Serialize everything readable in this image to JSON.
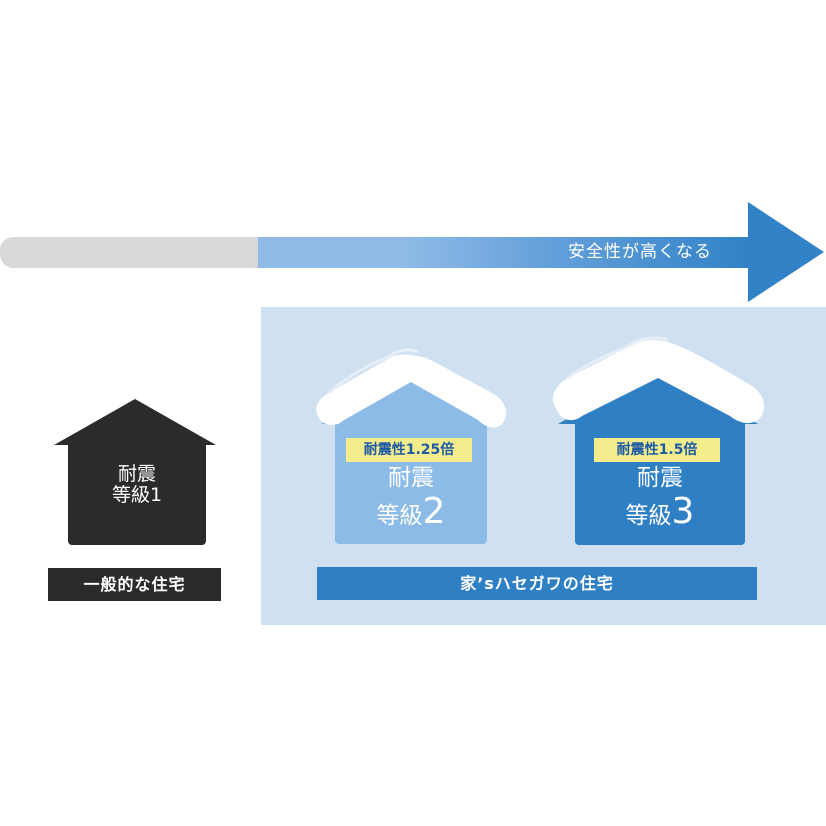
{
  "arrow": {
    "label": "安全性が高くなる",
    "colors": {
      "gray": "#d9d9d9",
      "light_blue": "#8fbbe6",
      "dark_blue": "#3182c7"
    }
  },
  "houses": [
    {
      "line1": "耐震",
      "line2_prefix": "等級",
      "level": "1",
      "ratio": "",
      "color": "#2b2b2b"
    },
    {
      "line1": "耐震",
      "line2_prefix": "等級",
      "level": "2",
      "ratio": "耐震性1.25倍",
      "color": "#8cbbe7"
    },
    {
      "line1": "耐震",
      "line2_prefix": "等級",
      "level": "3",
      "ratio": "耐震性1.5倍",
      "color": "#2f7fc4"
    }
  ],
  "captions": {
    "general": "一般的な住宅",
    "hasegawa": "家’sハセガワの住宅"
  },
  "colors": {
    "panel": "#cfe0f1",
    "badge": "#f3ec8b",
    "snow": "#ffffff"
  }
}
